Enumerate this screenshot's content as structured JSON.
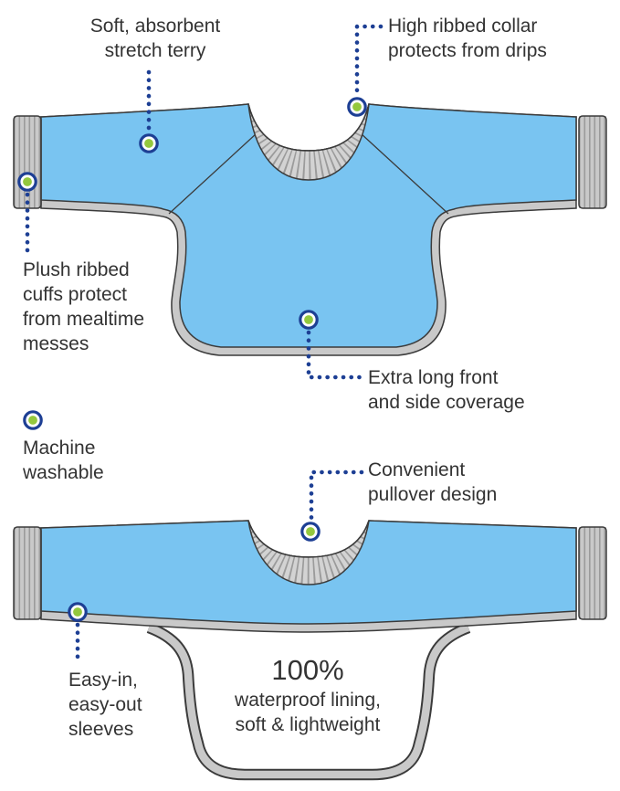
{
  "title": "Long-sleeve bib feature infographic",
  "colors": {
    "blue": "#79C4F1",
    "gray": "#C9C9C9",
    "collar": "#D3D3D3",
    "rib": "#9B9B9B",
    "outline": "#3B3B3B",
    "navy": "#1D3F94",
    "green": "#94C83D"
  },
  "annotations": {
    "stretch_terry": "Soft, absorbent\nstretch terry",
    "ribbed_collar": "High ribbed collar\nprotects from drips",
    "ribbed_cuffs": "Plush ribbed\ncuffs protect\nfrom mealtime\nmesses",
    "coverage": "Extra long front\nand side coverage",
    "machine_washable": "Machine\nwashable",
    "pullover": "Convenient\npullover design",
    "sleeves": "Easy-in,\neasy-out\nsleeves"
  },
  "lining": {
    "headline": "100%",
    "body": "waterproof lining,\nsoft & lightweight"
  }
}
